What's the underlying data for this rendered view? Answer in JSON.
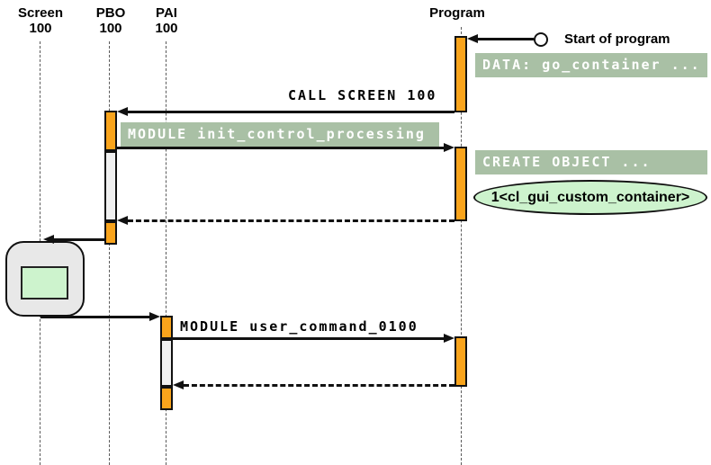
{
  "diagram": {
    "type": "uml-sequence",
    "lifelines": [
      {
        "title": "Screen",
        "subtitle": "100"
      },
      {
        "title": "PBO",
        "subtitle": "100"
      },
      {
        "title": "PAI",
        "subtitle": "100"
      },
      {
        "title": "Program",
        "subtitle": ""
      }
    ],
    "annotations": {
      "start_of_program": "Start of program",
      "object_instance": "1<cl_gui_custom_container>"
    },
    "messages": {
      "call_screen": "CALL SCREEN 100",
      "module_init": "MODULE init_control_processing",
      "module_user_command": "MODULE user_command_0100"
    },
    "code_notes": {
      "data_declaration": "DATA: go_container ...",
      "create_object": "CREATE OBJECT ..."
    },
    "colors": {
      "activation_orange": "#F9A41C",
      "note_background": "#A9C0A5",
      "note_text": "#FFFFFF",
      "object_green": "#CDF3CD",
      "screen_gray": "#E8E8E8"
    }
  }
}
